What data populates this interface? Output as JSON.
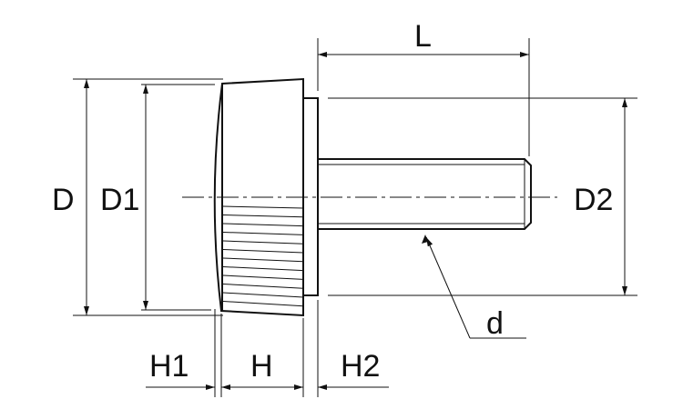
{
  "title": "Knurled thumb screw dimension drawing",
  "labels": {
    "L": "L",
    "D": "D",
    "D1": "D1",
    "D2": "D2",
    "d": "d",
    "H1": "H1",
    "H": "H",
    "H2": "H2"
  },
  "colors": {
    "line": "#111111",
    "background": "#ffffff"
  }
}
